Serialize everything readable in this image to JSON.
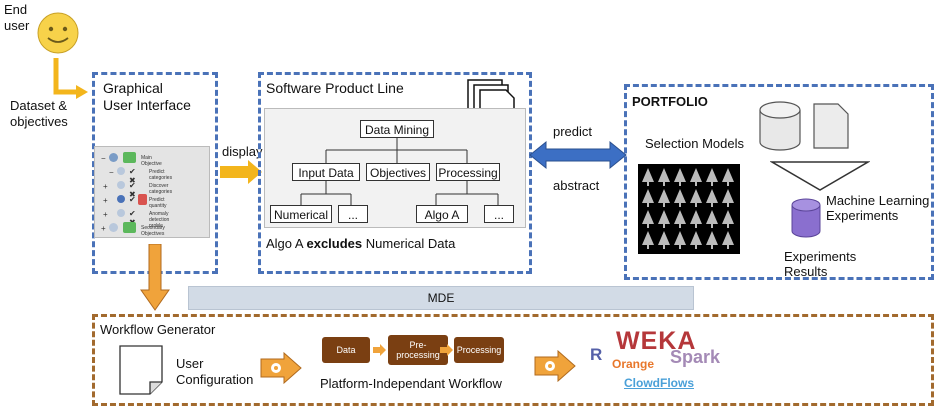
{
  "end_user": {
    "label_line1": "End",
    "label_line2": "user"
  },
  "dataset": {
    "line1": "Dataset &",
    "line2": "objectives"
  },
  "gui": {
    "title_line1": "Graphical",
    "title_line2": "User Interface",
    "rows": [
      {
        "sign": "−",
        "label": "Main Objective"
      },
      {
        "sign": "−",
        "label": "Predict categories"
      },
      {
        "sign": "+",
        "label": "Discover categories"
      },
      {
        "sign": "+",
        "label": "Predict quantity"
      },
      {
        "sign": "+",
        "label": "Anomaly detection proble"
      },
      {
        "sign": "+",
        "label": "Secondary Objectives"
      }
    ]
  },
  "display_label": "display",
  "spl": {
    "title": "Software Product Line",
    "nodes": {
      "root": "Data Mining",
      "input": "Input Data",
      "objectives": "Objectives",
      "processing": "Processing",
      "numerical": "Numerical",
      "ellipsis1": "...",
      "algo_a": "Algo A",
      "ellipsis2": "..."
    },
    "constraint_prefix": "Algo A ",
    "constraint_bold": "excludes",
    "constraint_suffix": " Numerical Data"
  },
  "arrows": {
    "predict": "predict",
    "abstract": "abstract"
  },
  "portfolio": {
    "title": "PORTFOLIO",
    "selection_models": "Selection Models",
    "ml_line1": "Machine Learning",
    "ml_line2": "Experiments",
    "results_line1": "Experiments",
    "results_line2": "Results"
  },
  "mde": "MDE",
  "workflow": {
    "title": "Workflow Generator",
    "user_config_line1": "User",
    "user_config_line2": "Configuration",
    "steps": [
      "Data",
      "Pre-\nprocessing",
      "Processing"
    ],
    "caption": "Platform-Independant Workflow"
  },
  "platforms": {
    "weka": "WEKA",
    "r": "R",
    "orange": "Orange",
    "spark": "Spark",
    "clowdflows": "ClowdFlows"
  },
  "colors": {
    "blue_dash": "#4a72b8",
    "brown_dash": "#a26a2e",
    "orange_arrow": "#f0a33b",
    "gold_arrow": "#f3b51c",
    "blue_arrow": "#3c6fc4",
    "step_box": "#7a3f12",
    "mde_bar": "#d2dbe6",
    "weka": "#b5373a",
    "orange_logo": "#e8772b",
    "spark": "#a48ab6",
    "clowdflows": "#4aa0d8",
    "cylinder_purple": "#8a6fcf"
  }
}
